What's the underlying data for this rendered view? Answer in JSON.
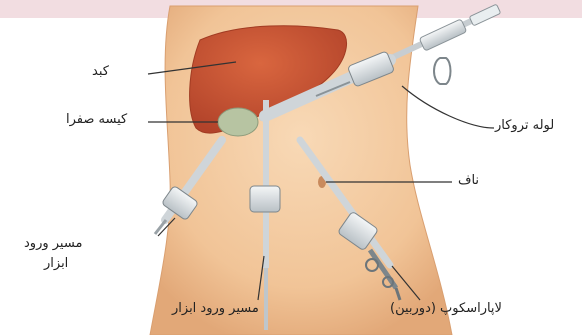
{
  "labels": {
    "liver": "کبد",
    "gallbladder": "کیسه صفرا",
    "trocar_tube": "لوله تروکار",
    "navel": "ناف",
    "instrument_path_left_line1": "مسیر ورود",
    "instrument_path_left_line2": "ابزار",
    "instrument_path_bottom": "مسیر ورود ابزار",
    "laparoscope": "لاپاراسکوپ (دوربین)"
  },
  "colors": {
    "skin": "#f3c9a0",
    "skin_shadow": "#e2a878",
    "liver": "#c9502e",
    "gallbladder": "#b7c4a2",
    "instrument": "#d8dde0",
    "leader": "#333333",
    "top_band": "#f2dde1"
  }
}
